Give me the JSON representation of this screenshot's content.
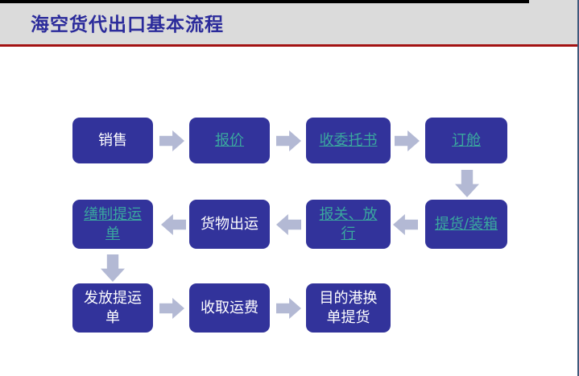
{
  "slide": {
    "title": "海空货代出口基本流程"
  },
  "flowchart": {
    "nodes": [
      {
        "label": "销售",
        "style": "plain"
      },
      {
        "label": "报价",
        "style": "link"
      },
      {
        "label": "收委托书",
        "style": "link"
      },
      {
        "label": "订舱",
        "style": "link"
      },
      {
        "label": "提货/装箱",
        "style": "link"
      },
      {
        "label": "报关、放\n行",
        "style": "link"
      },
      {
        "label": "货物出运",
        "style": "plain"
      },
      {
        "label": "缮制提运\n单",
        "style": "link"
      },
      {
        "label": "发放提运\n单",
        "style": "plain"
      },
      {
        "label": "收取运费",
        "style": "plain"
      },
      {
        "label": "目的港换\n单提货",
        "style": "plain"
      }
    ],
    "arrow_icons": [
      "arrow-right-icon",
      "arrow-right-icon",
      "arrow-right-icon",
      "arrow-down-icon",
      "arrow-left-icon",
      "arrow-left-icon",
      "arrow-left-icon",
      "arrow-down-icon",
      "arrow-right-icon",
      "arrow-right-icon"
    ]
  },
  "colors": {
    "box_fill": "#32339b",
    "box_text": "#ffffff",
    "hyperlink_text": "#3aa79e",
    "arrow": "#b3b9d4",
    "title_text": "#2b2b9b",
    "header_band": "#dbdbdb",
    "red_rule": "#a31212",
    "top_bar": "#000000",
    "right_edge": "#3f5a7c"
  }
}
